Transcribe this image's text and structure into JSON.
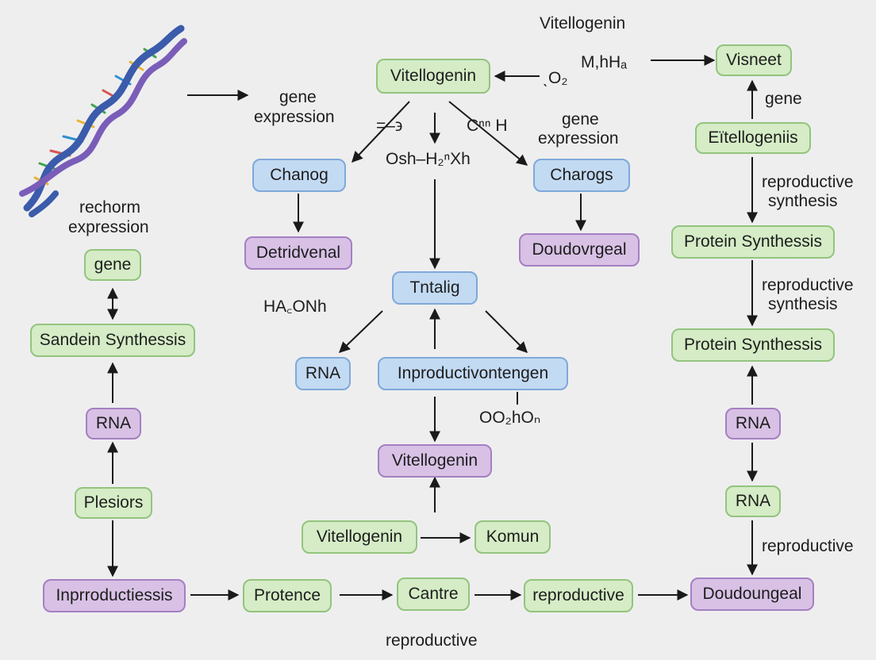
{
  "diagram": {
    "nodes": {
      "vitellogenin_top": "Vitellogenin",
      "chanog": "Chanog",
      "charogs": "Charogs",
      "detridvenal": "Detridvenal",
      "doudovrgeal": "Doudovrgeal",
      "tntalig": "Tntalig",
      "rna_center": "RNA",
      "inproductivontengen": "Inproductivontengen",
      "vitellogenin_mid": "Vitellogenin",
      "vitellogenin_low": "Vitellogenin",
      "komun": "Komun",
      "gene_left": "gene",
      "sandein_synthesis": "Sandein Synthessis",
      "rna_left": "RNA",
      "plesiors": "Plesiors",
      "inprroductiessis": "Inprroductiessis",
      "protence": "Protence",
      "cantre": "Cantre",
      "reproductive_box": "reproductive",
      "doudoungeal": "Doudoungeal",
      "visneet": "Visneet",
      "eitellogeniis": "Eïtellogeniis",
      "protein_synthesis_1": "Protein Synthessis",
      "protein_synthesis_2": "Protein Synthessis",
      "rna_right_1": "RNA",
      "rna_right_2": "RNA"
    },
    "labels": {
      "title_top": "Vitellogenin",
      "gene_expression_left_1": "gene",
      "gene_expression_left_2": "expression",
      "rechorm_1": "rechorm",
      "rechorm_2": "expression",
      "formula_o2": "ˎO₂",
      "formula_mhha": "M,hHₐ",
      "formula_eq": "=–϶",
      "formula_cnnh": "Cⁿⁿ H",
      "formula_osh": "Osh–H₂ⁿXh",
      "gene_expression_right_1": "gene",
      "gene_expression_right_2": "expression",
      "formula_haonh": "HA꜀ONh",
      "formula_oo2hon": "OO₂hOₙ",
      "gene_right": "gene",
      "reproductive_synthesis_1a": "reproductive",
      "reproductive_synthesis_1b": "synthesis",
      "reproductive_synthesis_2a": "reproductive",
      "reproductive_synthesis_2b": "synthesis",
      "reproductive_right": "reproductive",
      "reproductive_bottom": "reproductive"
    }
  },
  "colors": {
    "green_fill": "#d5ecc6",
    "blue_fill": "#c3daf3",
    "purple_fill": "#d8c1e5",
    "arrow": "#1a1a1a"
  }
}
